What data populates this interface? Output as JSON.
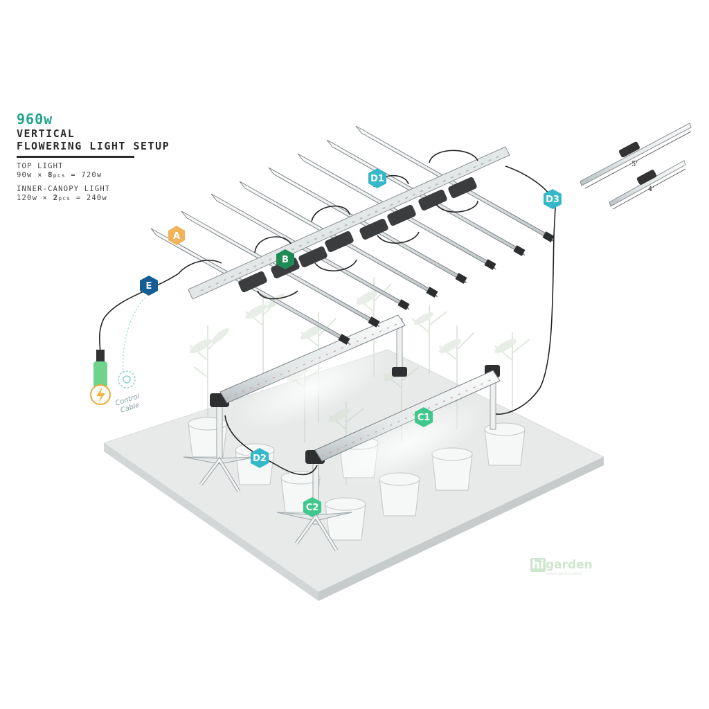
{
  "header": {
    "wattage": "960w",
    "title_line1": "VERTICAL",
    "title_line2_bold": "FLOWERING",
    "title_line2_rest": " LIGHT SETUP",
    "top_light_label": "TOP LIGHT",
    "top_light_calc": {
      "watt": "90w",
      "x": "×",
      "qty": "8",
      "unit": "pcs",
      "eq": "= 720w"
    },
    "inner_label": "INNER-CANOPY LIGHT",
    "inner_calc": {
      "watt": "120w",
      "x": "×",
      "qty": "2",
      "unit": "pcs",
      "eq": "= 240w"
    }
  },
  "badges": {
    "A": "A",
    "B": "B",
    "C1": "C1",
    "C2": "C2",
    "D1": "D1",
    "D2": "D2",
    "D3": "D3",
    "E": "E"
  },
  "control_cable": {
    "line1": "Control",
    "line2": "Cable"
  },
  "dimensions": {
    "long": "5'",
    "short": "4'"
  },
  "brand": {
    "hi": "hi",
    "name": "garden",
    "tagline": "indoor garden center"
  },
  "colors": {
    "teal": "#1ea58a",
    "badge_A": "#f2b35a",
    "badge_B": "#1e8a55",
    "badge_C": "#3fc78c",
    "badge_D": "#35b8c9",
    "badge_E": "#155d94",
    "bar_fill": "#e9ecec",
    "bar_stroke": "#7a7f82",
    "floor": "#e8eaea"
  }
}
